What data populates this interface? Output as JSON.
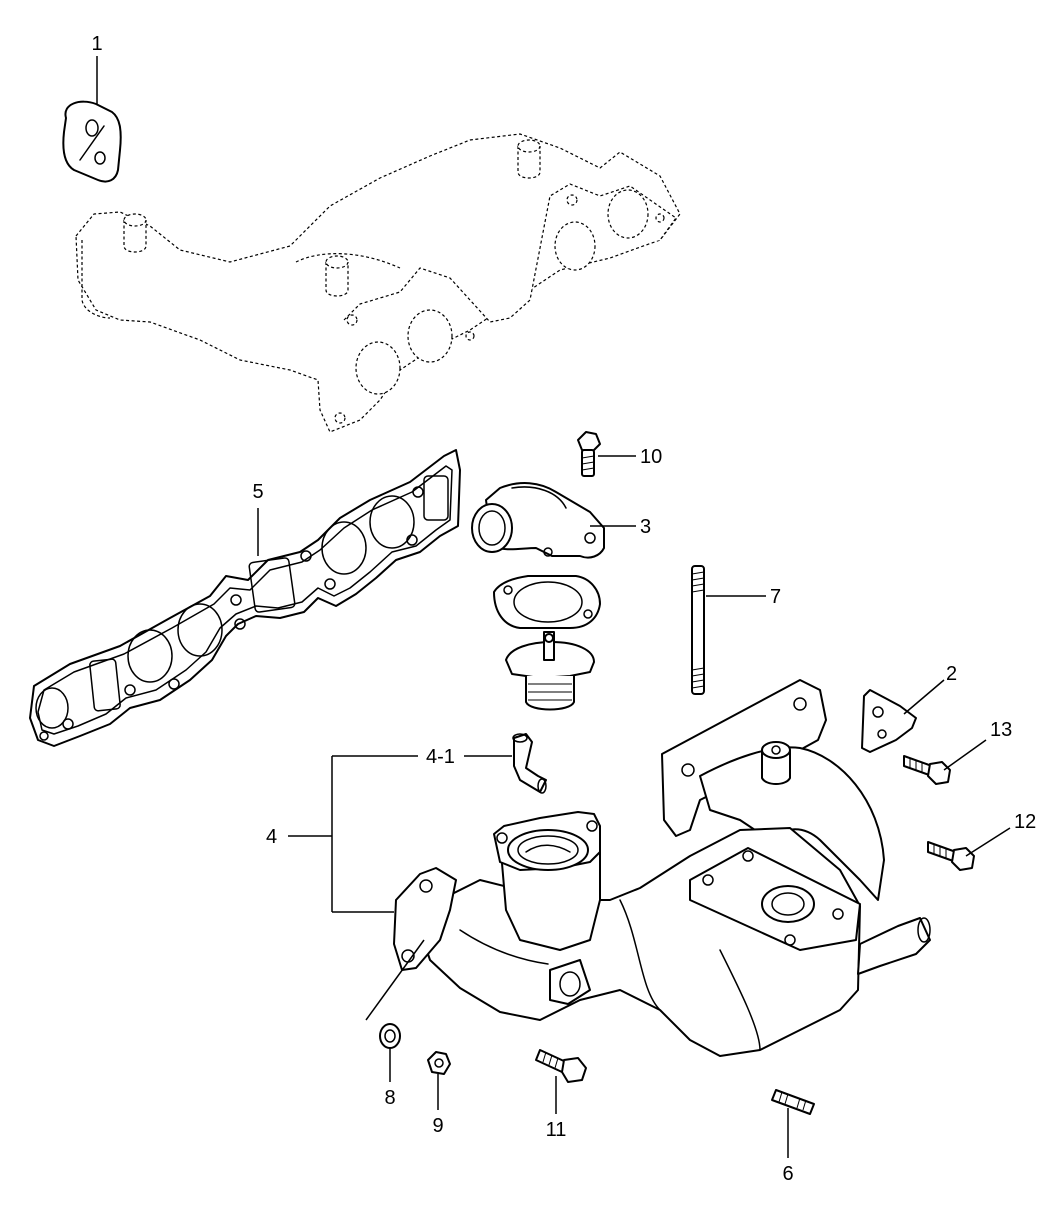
{
  "callouts": {
    "c1": "1",
    "c2": "2",
    "c3": "3",
    "c4": "4",
    "c4_1": "4-1",
    "c5": "5",
    "c6": "6",
    "c7": "7",
    "c8": "8",
    "c9": "9",
    "c10": "10",
    "c11": "11",
    "c12": "12",
    "c13": "13"
  }
}
